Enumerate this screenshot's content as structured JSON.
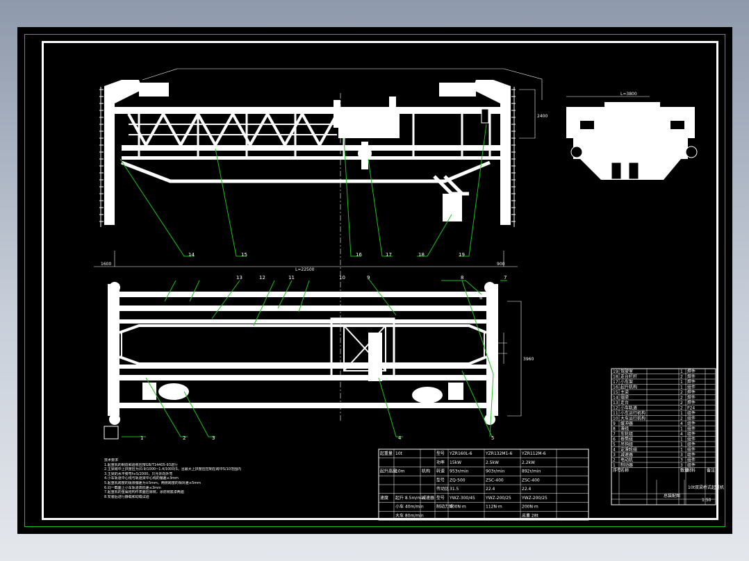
{
  "drawing": {
    "callouts": [
      "14",
      "15",
      "16",
      "17",
      "18",
      "19",
      "13",
      "12",
      "11",
      "10",
      "9",
      "8",
      "7",
      "1",
      "2",
      "3",
      "4",
      "5",
      "6"
    ],
    "dimensions": [
      "L=22500",
      "1600",
      "900",
      "2400",
      "3960",
      "L=3800"
    ],
    "notes_title": "技术要求",
    "notes": [
      "1.起重机的制造和验收应按GB/T14405-93进行",
      "2.主梁跨中上拱度应为(0.9/1000~1.4/1000)S，且最大上拱度应控制在跨中S/10范围内",
      "3.主梁的水平旁弯f≤S/2000，只允许向外弯",
      "4.小车轨道中心线与轨道梁中心线的偏差≤3mm",
      "5.起重机跨度的极限偏差为±5mm，两侧跨度的相对差≤5mm",
      "6.同一截面上小车轨道高低差≤3mm",
      "7.起重机的金属结构件表面应除锈，涂防锈底漆两遍",
      "8.安装后进行静载和动载试验"
    ],
    "spec_table": {
      "rows": [
        [
          "起重量",
          "10t",
          "",
          "型号",
          "YZR160L-6",
          "YZR132M1-6",
          "YZR112M-6"
        ],
        [
          "",
          "",
          "",
          "功率",
          "15kW",
          "2.5kW",
          "2.2kW"
        ],
        [
          "起升高度",
          "10m",
          "机构",
          "转速",
          "953r/min",
          "903r/min",
          "892r/min"
        ],
        [
          "",
          "",
          "",
          "型号",
          "ZQ-500",
          "ZSC-400",
          "ZSC-400"
        ],
        [
          "",
          "",
          "",
          "传动比",
          "31.5",
          "22.4",
          "22.4"
        ],
        [
          "速度",
          "起升 8.5m/min",
          "减速器",
          "型号",
          "YWZ-300/45",
          "YWZ-200/25",
          "YWZ-200/25"
        ],
        [
          "",
          "小车 40m/min",
          "",
          "制动力矩",
          "400N·m",
          "112N·m",
          "200N·m"
        ],
        [
          "",
          "大车 80m/min",
          "",
          "",
          "",
          "",
          "总重 28t"
        ]
      ]
    },
    "parts_rows": [
      [
        "19",
        "驾驶室",
        "1",
        "焊件"
      ],
      [
        "18",
        "走台栏杆",
        "2",
        "焊件"
      ],
      [
        "17",
        "小车架",
        "1",
        "焊件"
      ],
      [
        "16",
        "起升机构",
        "1",
        "组件"
      ],
      [
        "15",
        "主梁",
        "2",
        "焊件"
      ],
      [
        "14",
        "端梁",
        "2",
        "焊件"
      ],
      [
        "13",
        "走台",
        "2",
        "焊件"
      ],
      [
        "12",
        "小车轨道",
        "2",
        "P24"
      ],
      [
        "11",
        "小车运行机构",
        "1",
        "组件"
      ],
      [
        "10",
        "大车运行机构",
        "2",
        "组件"
      ],
      [
        "9",
        "缓冲器",
        "4",
        "组件"
      ],
      [
        "8",
        "滑线",
        "1",
        "组件"
      ],
      [
        "7",
        "车轮组",
        "4",
        "组件"
      ],
      [
        "6",
        "卷筒组",
        "1",
        "组件"
      ],
      [
        "5",
        "吊钩组",
        "1",
        "组件"
      ],
      [
        "4",
        "定滑轮组",
        "1",
        "组件"
      ],
      [
        "3",
        "减速器",
        "3",
        "组件"
      ],
      [
        "2",
        "电动机",
        "3",
        "组件"
      ],
      [
        "1",
        "制动器",
        "3",
        "组件"
      ]
    ],
    "title_block": {
      "header": [
        "序号",
        "名称",
        "数量",
        "材料",
        "备注"
      ],
      "title": "总装配图",
      "subtitle": "10t双梁桥式起重机",
      "scale": "1:50"
    }
  }
}
